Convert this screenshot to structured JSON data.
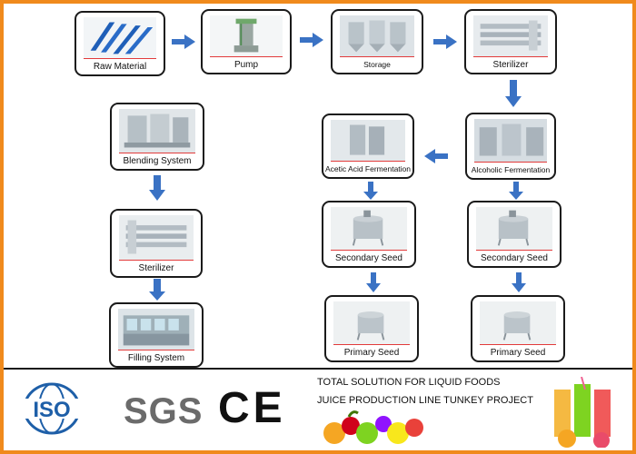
{
  "nodes": {
    "raw_material": "Raw Material",
    "pump": "Pump",
    "storage": "Storage",
    "sterilizer_top": "Sterilizer",
    "alcoholic_fermentation": "Alcoholic Fermentation",
    "acetic_acid_fermentation": "Acetic Acid Fermentation",
    "secondary_seed_right": "Secondary Seed",
    "secondary_seed_mid": "Secondary Seed",
    "primary_seed_right": "Primary Seed",
    "primary_seed_mid": "Primary Seed",
    "blending_system": "Blending System",
    "sterilizer_left": "Sterilizer",
    "filling_system": "Filling System"
  },
  "footer": {
    "line1": "TOTAL SOLUTION FOR LIQUID FOODS",
    "line2": "JUICE PRODUCTION LINE TUNKEY PROJECT",
    "iso_text": "ISO",
    "sgs_text": "SGS",
    "ce_text": "CE"
  },
  "colors": {
    "border_orange": "#f08a1c",
    "arrow_blue": "#3a72c4",
    "accent_red": "#e23b3b"
  }
}
